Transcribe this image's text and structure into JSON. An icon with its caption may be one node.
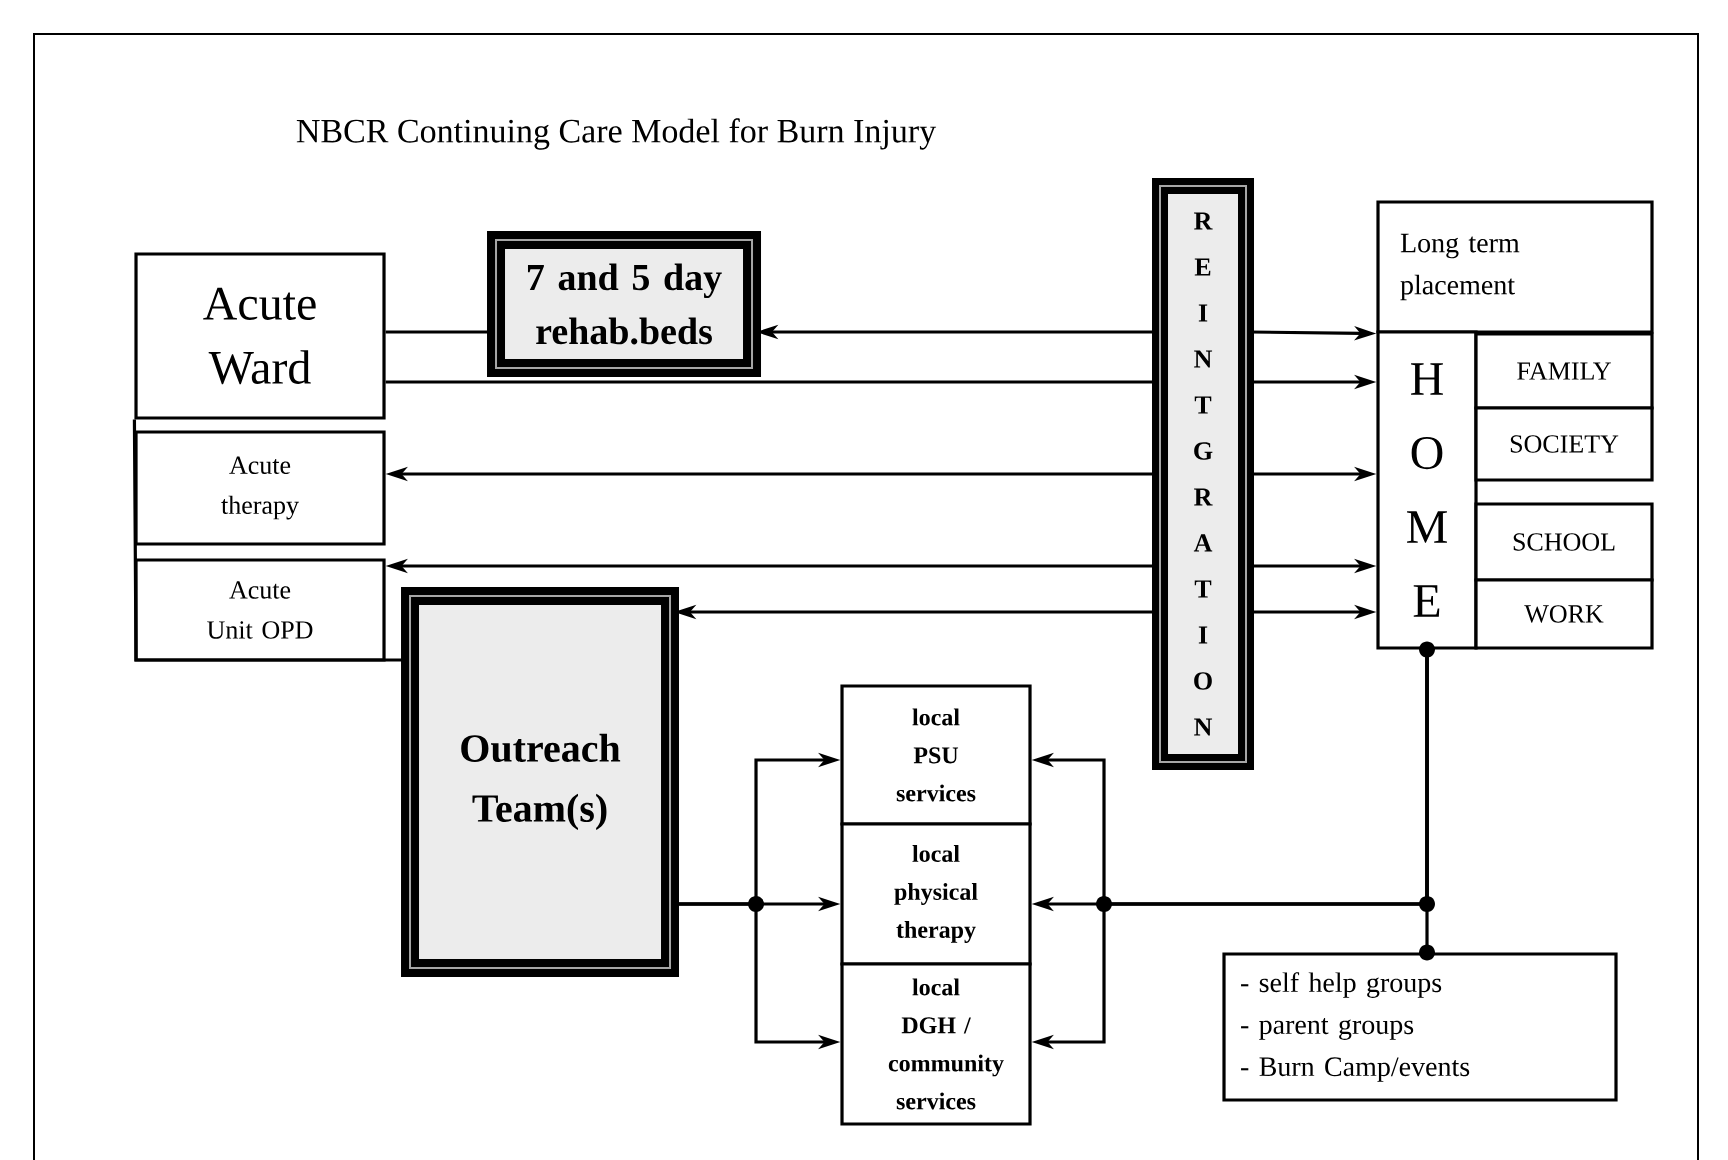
{
  "diagram": {
    "title": "NBCR Continuing Care Model for Burn Injury",
    "nodes": [
      {
        "text": [
          "Acute Ward"
        ]
      },
      {
        "text": [
          "7 and 5 day rehab.beds"
        ]
      },
      {
        "text": [
          "REINTGRATION"
        ]
      },
      {
        "text": [
          "Long term placement"
        ]
      },
      {
        "text": [
          "HOME"
        ]
      },
      {
        "text": [
          "FAMILY"
        ]
      },
      {
        "text": [
          "SOCIETY"
        ]
      },
      {
        "text": [
          "SCHOOL"
        ]
      },
      {
        "text": [
          "WORK"
        ]
      },
      {
        "text": [
          "Acute therapy"
        ]
      },
      {
        "text": [
          "Acute Unit OPD"
        ]
      },
      {
        "text": [
          "Outreach Team(s)"
        ]
      },
      {
        "text": [
          "local PSU services"
        ]
      },
      {
        "text": [
          "local physical therapy"
        ]
      },
      {
        "text": [
          "local DGH / community services"
        ]
      },
      {
        "text": [
          "- self help groups - parent groups - Burn Camp/events"
        ]
      }
    ],
    "edges": [
      {
        "from": 0,
        "to": 1,
        "arrow": "none"
      },
      {
        "from": 2,
        "to": 1,
        "arrow": "to"
      },
      {
        "from": 2,
        "to": 3,
        "arrow": "to"
      },
      {
        "from": 0,
        "to": 2,
        "arrow": "none"
      },
      {
        "from": 2,
        "to": 4,
        "arrow": "to"
      },
      {
        "from": 2,
        "to": 9,
        "arrow": "to"
      },
      {
        "from": 2,
        "to": 4,
        "arrow": "to"
      },
      {
        "from": 2,
        "to": 10,
        "arrow": "to"
      },
      {
        "from": 2,
        "to": 4,
        "arrow": "to"
      },
      {
        "from": 2,
        "to": 11,
        "arrow": "to"
      },
      {
        "from": 2,
        "to": 4,
        "arrow": "to"
      },
      {
        "from": 11,
        "to": 12,
        "arrow": "to"
      },
      {
        "from": 11,
        "to": 13,
        "arrow": "to"
      },
      {
        "from": 11,
        "to": 14,
        "arrow": "to"
      },
      {
        "from": 4,
        "to": 15,
        "arrow": "other"
      },
      {
        "from": 4,
        "to": 12,
        "arrow": "to"
      },
      {
        "from": 4,
        "to": 13,
        "arrow": "to"
      },
      {
        "from": 4,
        "to": 14,
        "arrow": "to"
      },
      {
        "from": 0,
        "to": 11,
        "arrow": "none"
      }
    ]
  }
}
